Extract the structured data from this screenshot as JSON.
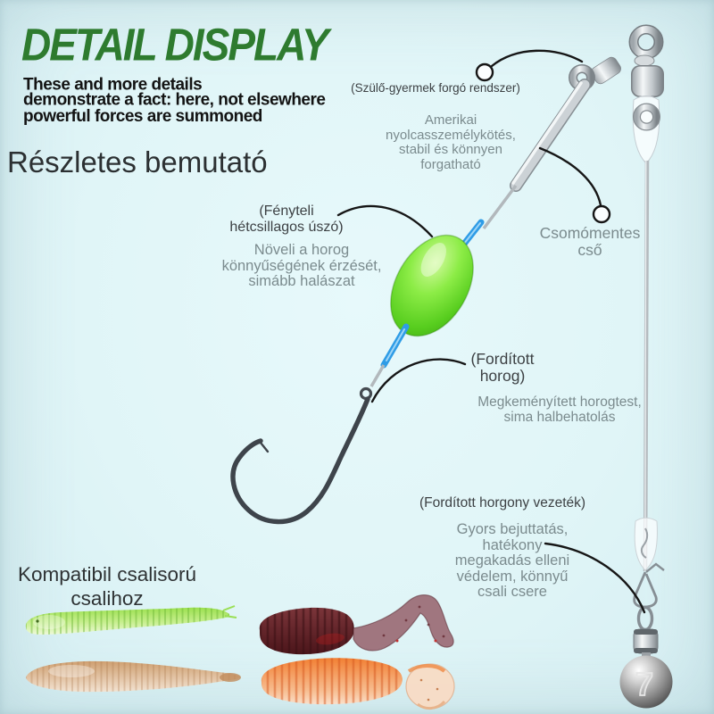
{
  "page": {
    "background_color": "#e0f5f7",
    "vignette_color": "#c9e4e9"
  },
  "header": {
    "title": "DETAIL DISPLAY",
    "title_color": "#2e7b2f",
    "subtitle_lines": [
      "These and more details",
      "demonstrate a fact: here, not elsewhere",
      "powerful forces are summoned"
    ],
    "local_title": "Részletes bemutató"
  },
  "annotations": {
    "swivel_system_label": "(Szülő-gyermek forgó rendszer)",
    "swivel_system_desc": [
      "Amerikai",
      "nyolcasszemélykötés,",
      "stabil és könnyen",
      "forgatható"
    ],
    "knotless_tube_label": [
      "Csomómentes",
      "cső"
    ],
    "float_label": [
      "(Fényteli",
      "hétcsillagos úszó)"
    ],
    "float_desc": [
      "Növeli a horog",
      "könnyűségének érzését,",
      "simább halászat"
    ],
    "hook_label": [
      "(Fordított",
      "horog)"
    ],
    "hook_desc": [
      "Megkeményített horogtest,",
      "sima halbehatolás"
    ],
    "leader_label": "(Fordított horgony vezeték)",
    "leader_desc": [
      "Gyors bejuttatás,",
      "hatékony",
      "megakadás elleni",
      "védelem, könnyű",
      "csali csere"
    ],
    "lure_compat_title": [
      "Kompatibil csalisorú",
      "csalihoz"
    ]
  },
  "sinker": {
    "weight_number": "7"
  },
  "colors": {
    "title_green": "#2e7b2f",
    "text_dark": "#3d4144",
    "text_gray": "#7b8b8e",
    "float_green": "#57cd1e",
    "line_blue": "#2f9ce6",
    "callout_black": "#161616",
    "metal_silver": "#c3c9cd"
  }
}
